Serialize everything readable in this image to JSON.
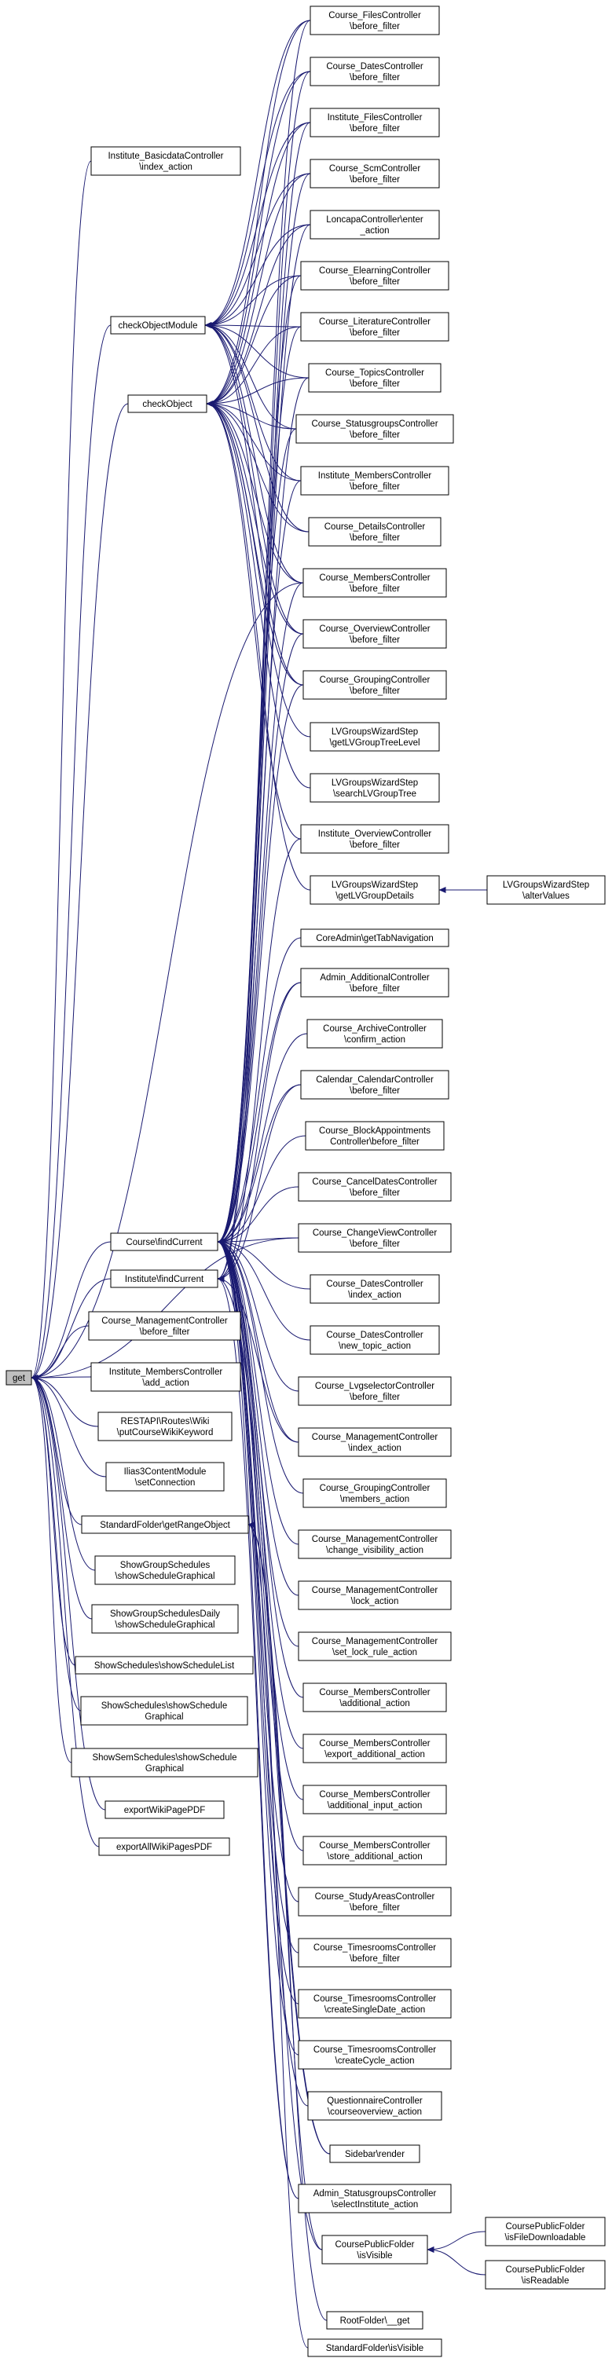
{
  "graph": {
    "edge_color": "#191970",
    "nodes": [
      {
        "id": "get",
        "lines": [
          "get"
        ],
        "root": true
      },
      {
        "id": "basicdata",
        "lines": [
          "Institute_BasicdataController",
          "\\index_action"
        ]
      },
      {
        "id": "checkObjectModule",
        "lines": [
          "checkObjectModule"
        ]
      },
      {
        "id": "checkObject",
        "lines": [
          "checkObject"
        ]
      },
      {
        "id": "courseFindCurrent",
        "lines": [
          "Course\\findCurrent"
        ]
      },
      {
        "id": "instituteFindCurrent",
        "lines": [
          "Institute\\findCurrent"
        ]
      },
      {
        "id": "courseMgmtBefore",
        "lines": [
          "Course_ManagementController",
          "\\before_filter"
        ]
      },
      {
        "id": "instMembersAdd",
        "lines": [
          "Institute_MembersController",
          "\\add_action"
        ]
      },
      {
        "id": "restapi",
        "lines": [
          "RESTAPI\\Routes\\Wiki",
          "\\putCourseWikiKeyword"
        ]
      },
      {
        "id": "ilias",
        "lines": [
          "Ilias3ContentModule",
          "\\setConnection"
        ]
      },
      {
        "id": "stdFolderRange",
        "lines": [
          "StandardFolder\\getRangeObject"
        ]
      },
      {
        "id": "sgs",
        "lines": [
          "ShowGroupSchedules",
          "\\showScheduleGraphical"
        ]
      },
      {
        "id": "sgsd",
        "lines": [
          "ShowGroupSchedulesDaily",
          "\\showScheduleGraphical"
        ]
      },
      {
        "id": "ssList",
        "lines": [
          "ShowSchedules\\showScheduleList"
        ]
      },
      {
        "id": "ssGraph",
        "lines": [
          "ShowSchedules\\showSchedule",
          "Graphical"
        ]
      },
      {
        "id": "ssemGraph",
        "lines": [
          "ShowSemSchedules\\showSchedule",
          "Graphical"
        ]
      },
      {
        "id": "exportWiki",
        "lines": [
          "exportWikiPagePDF"
        ]
      },
      {
        "id": "exportAllWiki",
        "lines": [
          "exportAllWikiPagesPDF"
        ]
      },
      {
        "id": "filesCtrl",
        "lines": [
          "Course_FilesController",
          "\\before_filter"
        ]
      },
      {
        "id": "datesCtrl",
        "lines": [
          "Course_DatesController",
          "\\before_filter"
        ]
      },
      {
        "id": "instFiles",
        "lines": [
          "Institute_FilesController",
          "\\before_filter"
        ]
      },
      {
        "id": "scm",
        "lines": [
          "Course_ScmController",
          "\\before_filter"
        ]
      },
      {
        "id": "loncapa",
        "lines": [
          "LoncapaController\\enter",
          "_action"
        ]
      },
      {
        "id": "elearning",
        "lines": [
          "Course_ElearningController",
          "\\before_filter"
        ]
      },
      {
        "id": "literature",
        "lines": [
          "Course_LiteratureController",
          "\\before_filter"
        ]
      },
      {
        "id": "topics",
        "lines": [
          "Course_TopicsController",
          "\\before_filter"
        ]
      },
      {
        "id": "statusgroups",
        "lines": [
          "Course_StatusgroupsController",
          "\\before_filter"
        ]
      },
      {
        "id": "instMembersBefore",
        "lines": [
          "Institute_MembersController",
          "\\before_filter"
        ]
      },
      {
        "id": "details",
        "lines": [
          "Course_DetailsController",
          "\\before_filter"
        ]
      },
      {
        "id": "membersBefore",
        "lines": [
          "Course_MembersController",
          "\\before_filter"
        ]
      },
      {
        "id": "overview",
        "lines": [
          "Course_OverviewController",
          "\\before_filter"
        ]
      },
      {
        "id": "grouping",
        "lines": [
          "Course_GroupingController",
          "\\before_filter"
        ]
      },
      {
        "id": "lvTreeLevel",
        "lines": [
          "LVGroupsWizardStep",
          "\\getLVGroupTreeLevel"
        ]
      },
      {
        "id": "lvSearch",
        "lines": [
          "LVGroupsWizardStep",
          "\\searchLVGroupTree"
        ]
      },
      {
        "id": "instOverview",
        "lines": [
          "Institute_OverviewController",
          "\\before_filter"
        ]
      },
      {
        "id": "lvDetails",
        "lines": [
          "LVGroupsWizardStep",
          "\\getLVGroupDetails"
        ]
      },
      {
        "id": "lvAlter",
        "lines": [
          "LVGroupsWizardStep",
          "\\alterValues"
        ]
      },
      {
        "id": "coreAdmin",
        "lines": [
          "CoreAdmin\\getTabNavigation"
        ]
      },
      {
        "id": "adminAdditional",
        "lines": [
          "Admin_AdditionalController",
          "\\before_filter"
        ]
      },
      {
        "id": "archive",
        "lines": [
          "Course_ArchiveController",
          "\\confirm_action"
        ]
      },
      {
        "id": "calendar",
        "lines": [
          "Calendar_CalendarController",
          "\\before_filter"
        ]
      },
      {
        "id": "blockAppt",
        "lines": [
          "Course_BlockAppointments",
          "Controller\\before_filter"
        ]
      },
      {
        "id": "cancelDates",
        "lines": [
          "Course_CancelDatesController",
          "\\before_filter"
        ]
      },
      {
        "id": "changeView",
        "lines": [
          "Course_ChangeViewController",
          "\\before_filter"
        ]
      },
      {
        "id": "datesIndex",
        "lines": [
          "Course_DatesController",
          "\\index_action"
        ]
      },
      {
        "id": "datesNewTopic",
        "lines": [
          "Course_DatesController",
          "\\new_topic_action"
        ]
      },
      {
        "id": "lvgselector",
        "lines": [
          "Course_LvgselectorController",
          "\\before_filter"
        ]
      },
      {
        "id": "mgmtIndex",
        "lines": [
          "Course_ManagementController",
          "\\index_action"
        ]
      },
      {
        "id": "groupingMembers",
        "lines": [
          "Course_GroupingController",
          "\\members_action"
        ]
      },
      {
        "id": "mgmtChangeVis",
        "lines": [
          "Course_ManagementController",
          "\\change_visibility_action"
        ]
      },
      {
        "id": "mgmtLock",
        "lines": [
          "Course_ManagementController",
          "\\lock_action"
        ]
      },
      {
        "id": "mgmtSetLock",
        "lines": [
          "Course_ManagementController",
          "\\set_lock_rule_action"
        ]
      },
      {
        "id": "membersAdditional",
        "lines": [
          "Course_MembersController",
          "\\additional_action"
        ]
      },
      {
        "id": "membersExport",
        "lines": [
          "Course_MembersController",
          "\\export_additional_action"
        ]
      },
      {
        "id": "membersAddInput",
        "lines": [
          "Course_MembersController",
          "\\additional_input_action"
        ]
      },
      {
        "id": "membersStore",
        "lines": [
          "Course_MembersController",
          "\\store_additional_action"
        ]
      },
      {
        "id": "studyAreas",
        "lines": [
          "Course_StudyAreasController",
          "\\before_filter"
        ]
      },
      {
        "id": "timesroomsBefore",
        "lines": [
          "Course_TimesroomsController",
          "\\before_filter"
        ]
      },
      {
        "id": "timesroomsSingle",
        "lines": [
          "Course_TimesroomsController",
          "\\createSingleDate_action"
        ]
      },
      {
        "id": "timesroomsCycle",
        "lines": [
          "Course_TimesroomsController",
          "\\createCycle_action"
        ]
      },
      {
        "id": "questionnaire",
        "lines": [
          "QuestionnaireController",
          "\\courseoverview_action"
        ]
      },
      {
        "id": "sidebar",
        "lines": [
          "Sidebar\\render"
        ]
      },
      {
        "id": "adminStatus",
        "lines": [
          "Admin_StatusgroupsController",
          "\\selectInstitute_action"
        ]
      },
      {
        "id": "cpfVisible",
        "lines": [
          "CoursePublicFolder",
          "\\isVisible"
        ]
      },
      {
        "id": "cpfDownload",
        "lines": [
          "CoursePublicFolder",
          "\\isFileDownloadable"
        ]
      },
      {
        "id": "cpfReadable",
        "lines": [
          "CoursePublicFolder",
          "\\isReadable"
        ]
      },
      {
        "id": "rootGet",
        "lines": [
          "RootFolder\\__get"
        ]
      },
      {
        "id": "stdVisible",
        "lines": [
          "StandardFolder\\isVisible"
        ]
      }
    ]
  }
}
